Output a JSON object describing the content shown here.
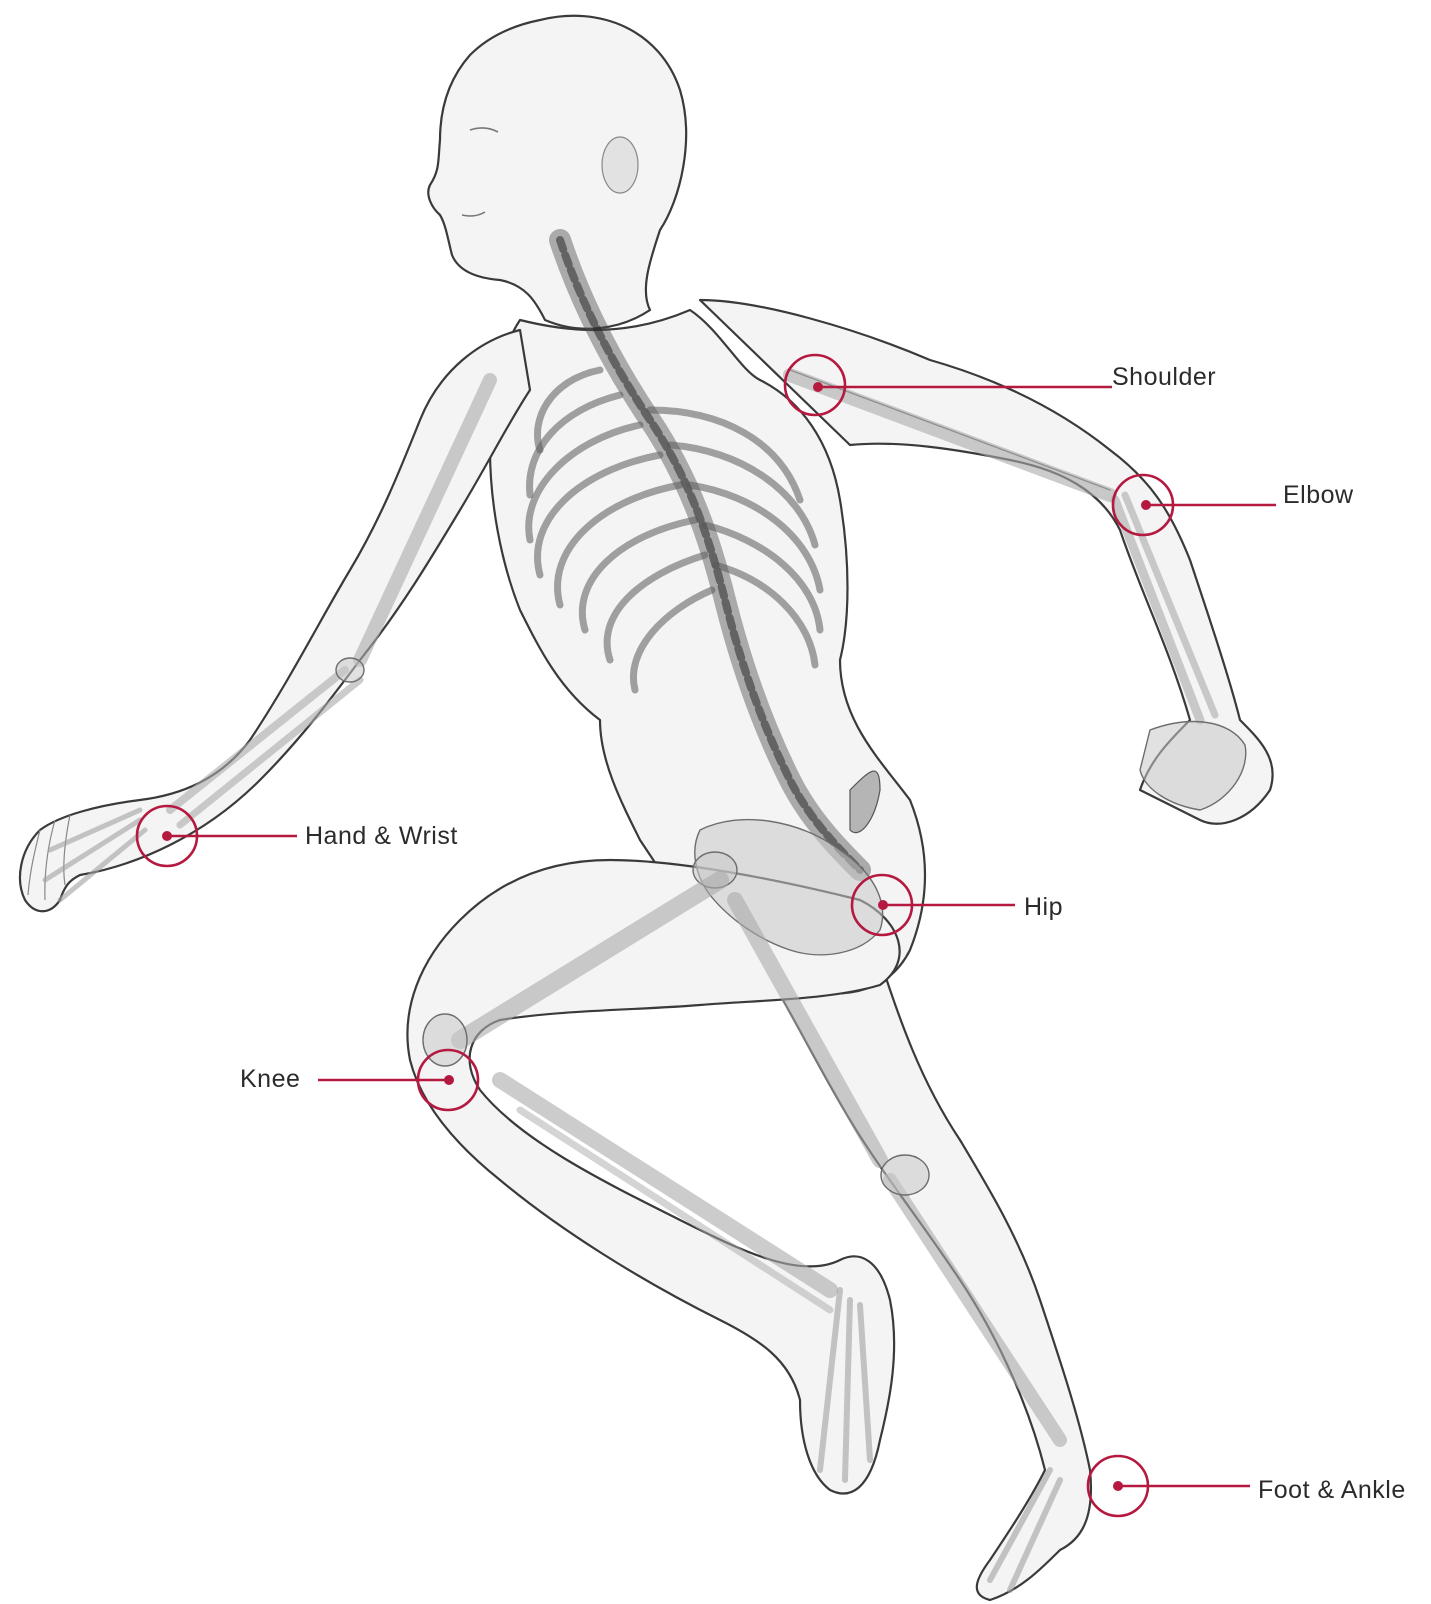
{
  "accent_color": "#b5193f",
  "joints": [
    {
      "id": "shoulder",
      "label": "Shoulder"
    },
    {
      "id": "elbow",
      "label": "Elbow"
    },
    {
      "id": "hand-wrist",
      "label": "Hand & Wrist"
    },
    {
      "id": "hip",
      "label": "Hip"
    },
    {
      "id": "knee",
      "label": "Knee"
    },
    {
      "id": "foot-ankle",
      "label": "Foot & Ankle"
    }
  ]
}
